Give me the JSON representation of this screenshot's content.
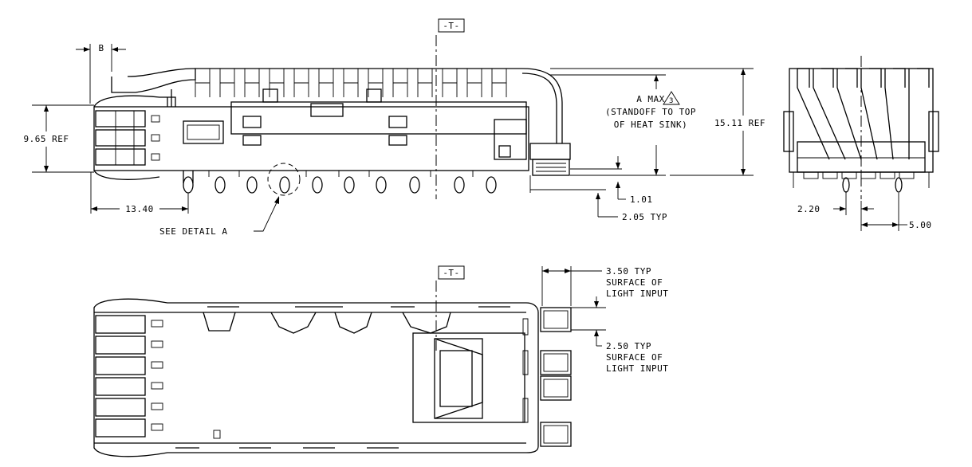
{
  "datum_label": "-T-",
  "datum_label_bottom": "-T-",
  "dim_b": "B",
  "dim_965": "9.65 REF",
  "dim_1340": "13.40",
  "see_detail": "SEE DETAIL  A",
  "dim_amax_1": "A MAX",
  "dim_amax_2": "(STANDOFF TO TOP",
  "dim_amax_3": "OF HEAT SINK)",
  "note_flag": "3",
  "dim_1511": "15.11 REF",
  "dim_101": "1.01",
  "dim_205": "2.05 TYP",
  "dim_220": "2.20",
  "dim_500": "5.00",
  "dim_350_1": "3.50 TYP",
  "dim_350_2": "SURFACE OF",
  "dim_350_3": "LIGHT INPUT",
  "dim_250_1": "2.50 TYP",
  "dim_250_2": "SURFACE OF",
  "dim_250_3": "LIGHT INPUT"
}
